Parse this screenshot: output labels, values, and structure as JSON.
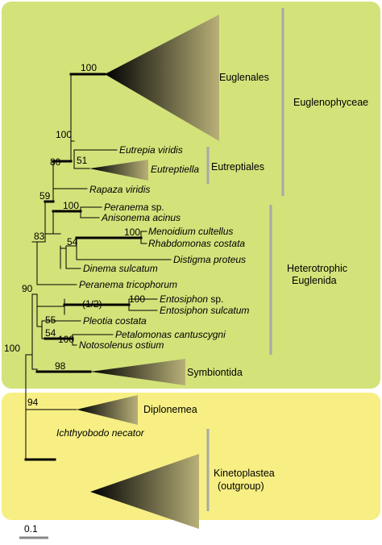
{
  "colors": {
    "euglenida_bg": "#d4e27a",
    "lower_bg": "#f7ef83",
    "branch": "#000000",
    "bracket": "#a8a8a8",
    "wedge_dark": "#000000",
    "wedge_light": "#b8b078"
  },
  "taxa": {
    "eutrepia": "Eutrepia viridis",
    "eutreptiella": "Eutreptiella",
    "rapaza": "Rapaza viridis",
    "peranema_sp": "Peranema",
    "peranema_sp_suffix": " sp.",
    "anisonema": "Anisonema acinus",
    "menoidium": "Menoidium cultellus",
    "rhabdomonas": "Rhabdomonas costata",
    "distigma": "Distigma proteus",
    "dinema": "Dinema sulcatum",
    "peranema_tri": "Peranema tricophorum",
    "entosiphon_sp": "Entosiphon",
    "entosiphon_sp_suffix": " sp.",
    "entosiphon_sul": "Entosiphon sulcatum",
    "pleotia": "Pleotia costata",
    "petalomonas": "Petalomonas cantuscygni",
    "notosolenus": "Notosolenus ostium",
    "ichthyobodo": "Ichthyobodo necator"
  },
  "clades": {
    "euglenales": "Euglenales",
    "symbiontida": "Symbiontida",
    "diplonemea": "Diplonemea",
    "kinetoplastea_1": "Kinetoplastea",
    "kinetoplastea_2": "(outgroup)"
  },
  "groups": {
    "euglenophyceae": "Euglenophyceae",
    "eutreptiales": "Eutreptiales",
    "hetero_1": "Heterotrophic",
    "hetero_2": "Euglenida"
  },
  "support": {
    "euglenales": "100",
    "euglenophyceae": "100",
    "eutreptiales": "51",
    "with_rapaza": "80",
    "n59": "59",
    "peranema_aniso": "100",
    "n83": "83",
    "n54a": "54",
    "meno_rhabdo": "100",
    "n90": "90",
    "root": "100",
    "entosiphon_frac": "(1/2)",
    "entosiphon": "100",
    "n55": "55",
    "n54b": "54",
    "peta_noto": "100",
    "symbiontida": "98",
    "diplonemea": "94"
  },
  "scale": {
    "label": "0.1"
  }
}
